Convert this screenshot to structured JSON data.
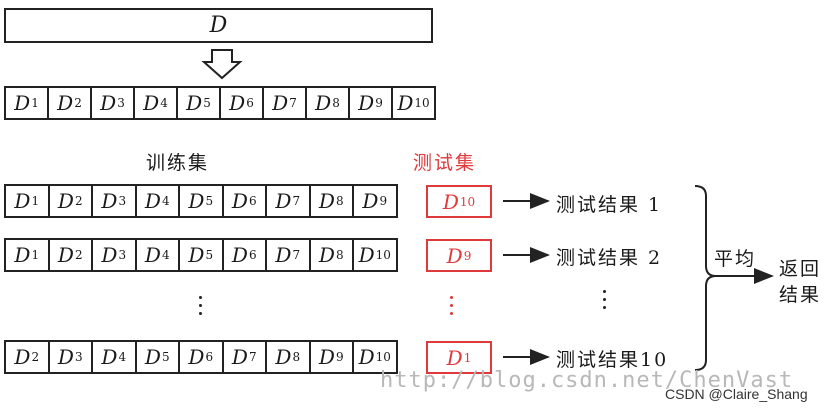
{
  "dataset": {
    "letter": "D",
    "subscript": ""
  },
  "split_row": [
    {
      "letter": "D",
      "sub": "1"
    },
    {
      "letter": "D",
      "sub": "2"
    },
    {
      "letter": "D",
      "sub": "3"
    },
    {
      "letter": "D",
      "sub": "4"
    },
    {
      "letter": "D",
      "sub": "5"
    },
    {
      "letter": "D",
      "sub": "6"
    },
    {
      "letter": "D",
      "sub": "7"
    },
    {
      "letter": "D",
      "sub": "8"
    },
    {
      "letter": "D",
      "sub": "9"
    },
    {
      "letter": "D",
      "sub": "10"
    }
  ],
  "headers": {
    "train": "训练集",
    "test": "测试集"
  },
  "folds": [
    {
      "train": [
        {
          "letter": "D",
          "sub": "1"
        },
        {
          "letter": "D",
          "sub": "2"
        },
        {
          "letter": "D",
          "sub": "3"
        },
        {
          "letter": "D",
          "sub": "4"
        },
        {
          "letter": "D",
          "sub": "5"
        },
        {
          "letter": "D",
          "sub": "6"
        },
        {
          "letter": "D",
          "sub": "7"
        },
        {
          "letter": "D",
          "sub": "8"
        },
        {
          "letter": "D",
          "sub": "9"
        }
      ],
      "test": {
        "letter": "D",
        "sub": "10"
      },
      "result": "测试结果 1"
    },
    {
      "train": [
        {
          "letter": "D",
          "sub": "1"
        },
        {
          "letter": "D",
          "sub": "2"
        },
        {
          "letter": "D",
          "sub": "3"
        },
        {
          "letter": "D",
          "sub": "4"
        },
        {
          "letter": "D",
          "sub": "5"
        },
        {
          "letter": "D",
          "sub": "6"
        },
        {
          "letter": "D",
          "sub": "7"
        },
        {
          "letter": "D",
          "sub": "8"
        },
        {
          "letter": "D",
          "sub": "10"
        }
      ],
      "test": {
        "letter": "D",
        "sub": "9"
      },
      "result": "测试结果 2"
    },
    {
      "train": [
        {
          "letter": "D",
          "sub": "2"
        },
        {
          "letter": "D",
          "sub": "3"
        },
        {
          "letter": "D",
          "sub": "4"
        },
        {
          "letter": "D",
          "sub": "5"
        },
        {
          "letter": "D",
          "sub": "6"
        },
        {
          "letter": "D",
          "sub": "7"
        },
        {
          "letter": "D",
          "sub": "8"
        },
        {
          "letter": "D",
          "sub": "9"
        },
        {
          "letter": "D",
          "sub": "10"
        }
      ],
      "test": {
        "letter": "D",
        "sub": "1"
      },
      "result": "测试结果10"
    }
  ],
  "aggregate": {
    "label": "平均",
    "final_line1": "返回",
    "final_line2": "结果"
  },
  "watermark": "http://blog.csdn.net/ChenVast",
  "credit": "CSDN @Claire_Shang",
  "colors": {
    "test_red": "#e0393b",
    "ink": "#222222",
    "watermark": "#b8b8b8"
  }
}
